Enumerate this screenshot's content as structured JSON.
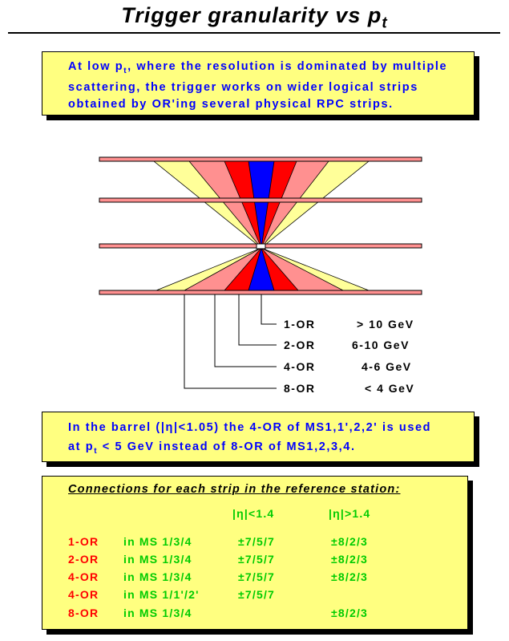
{
  "title": {
    "text": "Trigger granularity vs p",
    "sub": "t"
  },
  "box1": {
    "line1_a": "At low p",
    "line1_sub": "t",
    "line1_b": ", where the resolution is dominated by multiple",
    "line2": "scattering, the trigger works on wider logical strips",
    "line3": "obtained by OR'ing several physical RPC strips."
  },
  "diagram": {
    "colors": {
      "blue": "#0000ff",
      "red": "#ff0000",
      "pink": "#ff9090",
      "yellow": "#ffff99",
      "plane": "#ff9090"
    },
    "legend": [
      {
        "label": "1-OR",
        "range": "> 10 GeV"
      },
      {
        "label": "2-OR",
        "range": "6-10 GeV"
      },
      {
        "label": "4-OR",
        "range": "4-6 GeV"
      },
      {
        "label": "8-OR",
        "range": "< 4 GeV"
      }
    ]
  },
  "box2": {
    "line1": "In the barrel (|η|<1.05) the 4-OR of MS1,1',2,2' is used",
    "line2_a": "at p",
    "line2_sub": "t",
    "line2_b": " < 5 GeV instead of 8-OR of MS1,2,3,4."
  },
  "box3": {
    "heading": "Connections for each strip in the reference station:",
    "col1": "|η|<1.4",
    "col2": "|η|>1.4",
    "rows": [
      {
        "or": "1-OR",
        "where": "in MS 1/3/4",
        "v1": "±7/5/7",
        "v2": "±8/2/3"
      },
      {
        "or": "2-OR",
        "where": "in MS 1/3/4",
        "v1": "±7/5/7",
        "v2": "±8/2/3"
      },
      {
        "or": "4-OR",
        "where": "in MS 1/3/4",
        "v1": "±7/5/7",
        "v2": "±8/2/3"
      },
      {
        "or": "4-OR",
        "where": "in MS 1/1'/2'",
        "v1": "±7/5/7",
        "v2": ""
      },
      {
        "or": "8-OR",
        "where": "in MS 1/3/4",
        "v1": "",
        "v2": "±8/2/3"
      }
    ]
  }
}
